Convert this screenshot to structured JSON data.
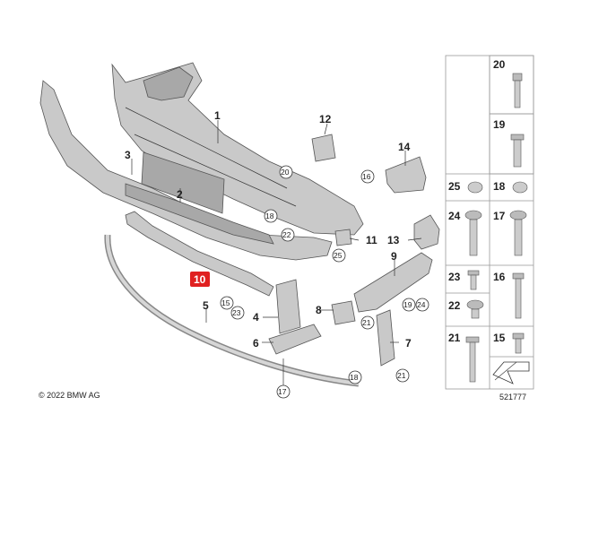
{
  "callouts": {
    "c1": "1",
    "c2": "2",
    "c3": "3",
    "c4": "4",
    "c5": "5",
    "c6": "6",
    "c7": "7",
    "c8": "8",
    "c9": "9",
    "c10": "10",
    "c11": "11",
    "c12": "12",
    "c13": "13",
    "c14": "14",
    "c15": "15",
    "c16": "16",
    "c17": "17",
    "c18a": "18",
    "c18b": "18",
    "c19": "19",
    "c20": "20",
    "c21a": "21",
    "c21b": "21",
    "c22": "22",
    "c23": "23",
    "c24": "24",
    "c25": "25"
  },
  "highlight_color": "#e02020",
  "fastener_panel": {
    "cells": [
      "20",
      "19",
      "25",
      "18",
      "24",
      "17",
      "23",
      "16",
      "22",
      "21",
      "15"
    ]
  },
  "copyright": "© 2022 BMW AG",
  "ref_number": "521777"
}
